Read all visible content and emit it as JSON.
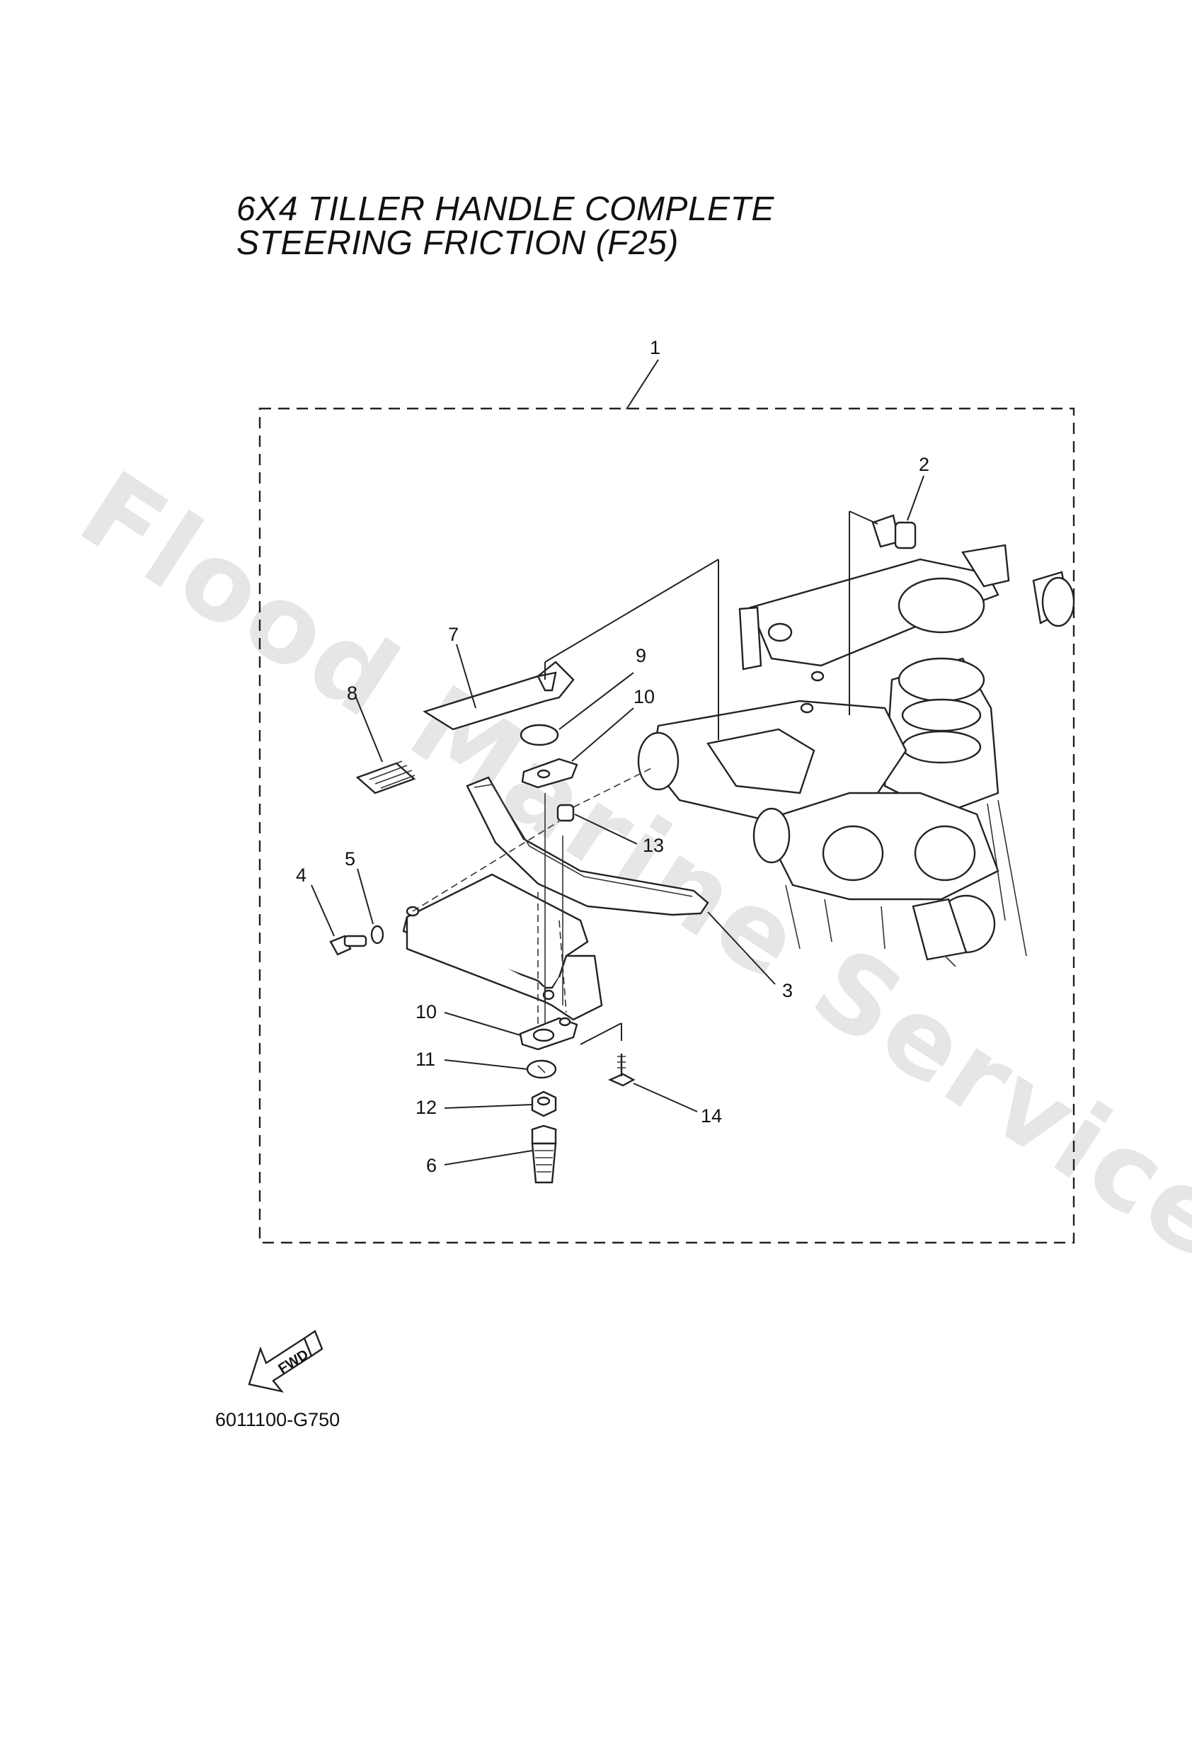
{
  "title": {
    "line1": "6X4 TILLER HANDLE COMPLETE",
    "line2": "STEERING FRICTION (F25)"
  },
  "watermark": "Flood Marine Services",
  "diagram_code": "6011100-G750",
  "fwd_label": "FWD",
  "callouts": [
    "1",
    "2",
    "3",
    "4",
    "5",
    "6",
    "7",
    "8",
    "9",
    "10",
    "10",
    "11",
    "12",
    "13",
    "14"
  ]
}
